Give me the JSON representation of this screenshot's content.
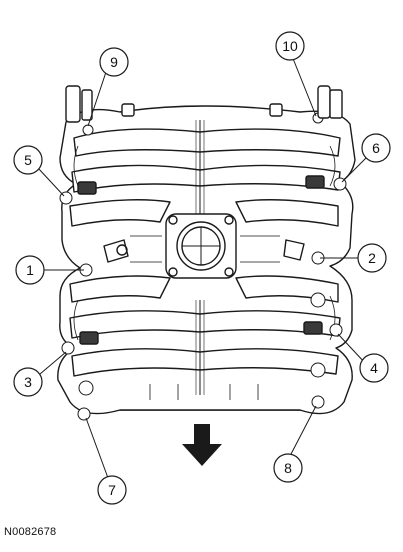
{
  "figure": {
    "id_label": "N0082678"
  },
  "callouts": [
    "1",
    "2",
    "3",
    "4",
    "5",
    "6",
    "7",
    "8",
    "9",
    "10"
  ],
  "colors": {
    "line": "#1a1a1a",
    "fill": "#ffffff",
    "shade": "#cfcfcf"
  },
  "direction_arrow": "down-arrow-icon"
}
